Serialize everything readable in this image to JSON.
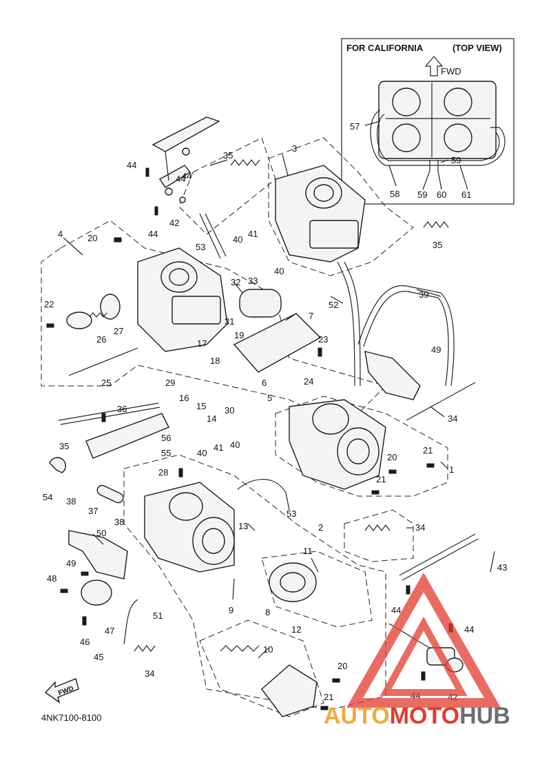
{
  "inset": {
    "title_left": "FOR CALIFORNIA",
    "title_right": "(TOP VIEW)",
    "fwd_arrow": "FWD",
    "labels": [
      "57",
      "58",
      "59",
      "59",
      "60",
      "61"
    ]
  },
  "callouts": [
    "1",
    "2",
    "3",
    "4",
    "5",
    "6",
    "7",
    "8",
    "9",
    "10",
    "11",
    "12",
    "13",
    "14",
    "15",
    "16",
    "17",
    "18",
    "19",
    "20",
    "20",
    "20",
    "21",
    "21",
    "21",
    "22",
    "23",
    "24",
    "25",
    "26",
    "27",
    "28",
    "29",
    "30",
    "31",
    "32",
    "33",
    "34",
    "34",
    "34",
    "35",
    "35",
    "35",
    "36",
    "37",
    "38",
    "38",
    "39",
    "40",
    "40",
    "40",
    "40",
    "41",
    "41",
    "42",
    "42",
    "43",
    "44",
    "44",
    "44",
    "44",
    "44",
    "44",
    "44",
    "45",
    "46",
    "47",
    "48",
    "49",
    "49",
    "50",
    "51",
    "52",
    "53",
    "53",
    "54",
    "55",
    "56"
  ],
  "fwd_badge": "FWD",
  "catalog_code": "4NK7100-8100",
  "watermark": {
    "part1": "AUTO",
    "part2": "MOTO",
    "part3": "HUB",
    "colors": {
      "auto": "#f2a93b",
      "moto": "#e23b2e",
      "hub": "#6d6e71",
      "triangle": "#e23b2e"
    }
  }
}
